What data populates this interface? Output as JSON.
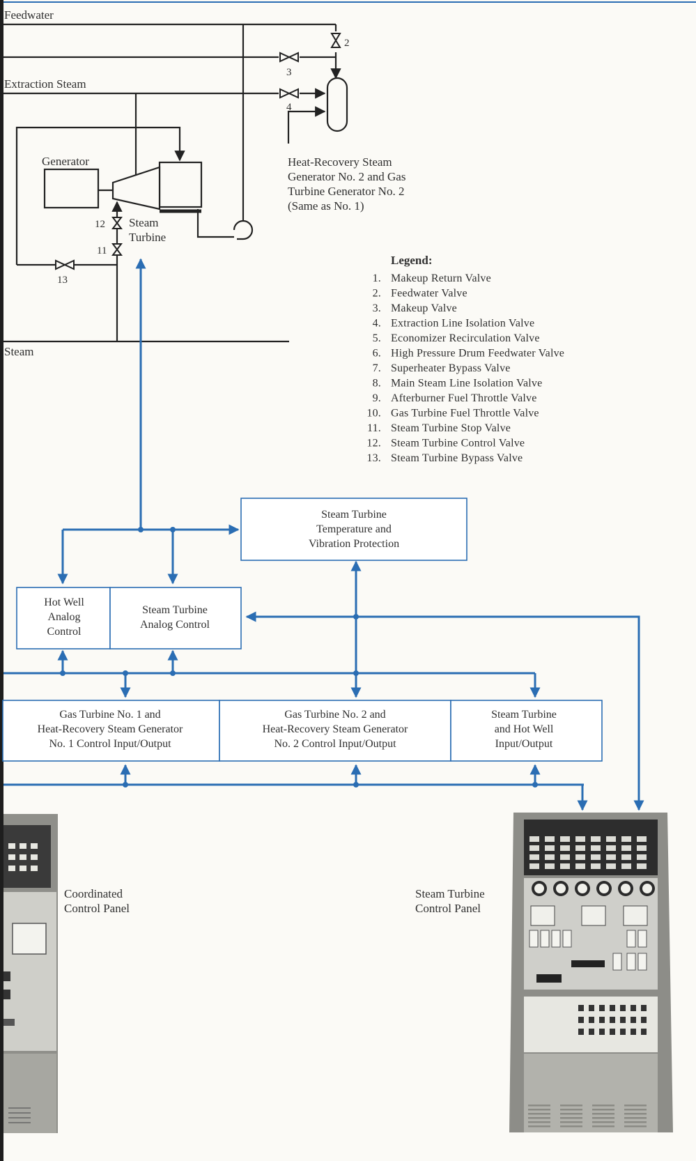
{
  "pipes": {
    "feedwater": "Feedwater",
    "extraction_steam": "Extraction Steam",
    "steam": "Steam"
  },
  "equipment": {
    "generator": "Generator",
    "steam_turbine_line1": "Steam",
    "steam_turbine_line2": "Turbine"
  },
  "hrsg_note": [
    "Heat-Recovery Steam",
    "Generator No. 2 and Gas",
    "Turbine Generator No. 2",
    "(Same as No. 1)"
  ],
  "valve_numbers": [
    "2",
    "3",
    "4",
    "12",
    "11",
    "13"
  ],
  "legend": {
    "title": "Legend:",
    "items": [
      {
        "num": "1.",
        "text": "Makeup Return Valve"
      },
      {
        "num": "2.",
        "text": "Feedwater Valve"
      },
      {
        "num": "3.",
        "text": "Makeup Valve"
      },
      {
        "num": "4.",
        "text": "Extraction Line Isolation Valve"
      },
      {
        "num": "5.",
        "text": "Economizer Recirculation Valve"
      },
      {
        "num": "6.",
        "text": "High Pressure Drum Feedwater Valve"
      },
      {
        "num": "7.",
        "text": "Superheater Bypass Valve"
      },
      {
        "num": "8.",
        "text": "Main Steam Line Isolation Valve"
      },
      {
        "num": "9.",
        "text": "Afterburner Fuel Throttle Valve"
      },
      {
        "num": "10.",
        "text": "Gas Turbine Fuel Throttle Valve"
      },
      {
        "num": "11.",
        "text": "Steam Turbine Stop Valve"
      },
      {
        "num": "12.",
        "text": "Steam Turbine Control Valve"
      },
      {
        "num": "13.",
        "text": "Steam Turbine Bypass Valve"
      }
    ]
  },
  "control_blocks": {
    "protection": [
      "Steam Turbine",
      "Temperature and",
      "Vibration Protection"
    ],
    "hot_well": [
      "Hot Well",
      "Analog",
      "Control"
    ],
    "st_analog": [
      "Steam Turbine",
      "Analog Control"
    ],
    "gt1_io": [
      "Gas Turbine No. 1 and",
      "Heat-Recovery Steam Generator",
      "No. 1 Control Input/Output"
    ],
    "gt2_io": [
      "Gas Turbine No. 2 and",
      "Heat-Recovery Steam Generator",
      "No. 2 Control Input/Output"
    ],
    "st_hw_io": [
      "Steam Turbine",
      "and Hot Well",
      "Input/Output"
    ]
  },
  "panels": {
    "coordinated": [
      "Coordinated",
      "Control Panel"
    ],
    "steam_turbine": [
      "Steam Turbine",
      "Control Panel"
    ]
  },
  "colors": {
    "signal_lines": "#2a6db3",
    "process_lines": "#222222",
    "panel_body": "#8a8a86",
    "panel_face": "#d9d9d4"
  }
}
